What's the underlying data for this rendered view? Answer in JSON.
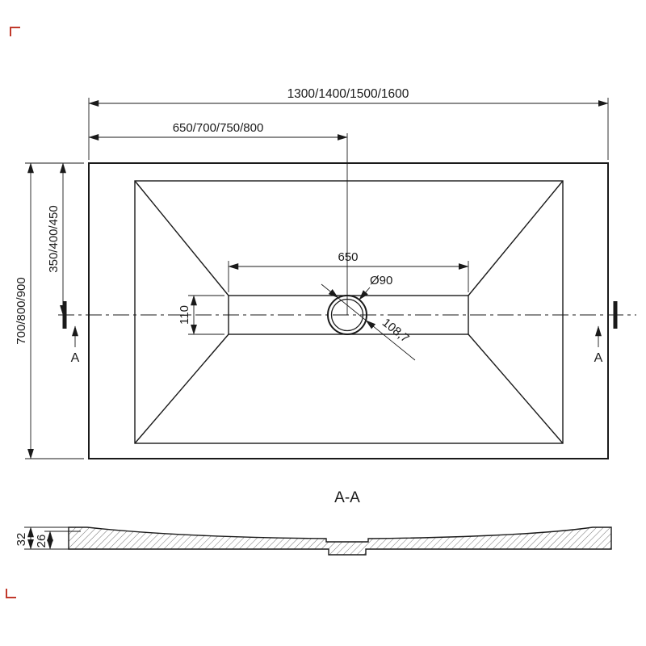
{
  "drawing": {
    "background": "#ffffff",
    "line_color": "#1a1a1a",
    "accent_red": "#c1392b",
    "top_view": {
      "dim_width_overall": "1300/1400/1500/1600",
      "dim_width_half": "650/700/750/800",
      "dim_height_overall": "700/800/900",
      "dim_height_half": "350/400/450",
      "dim_flat_width": "650",
      "dim_flat_height": "110",
      "dim_drain_diameter": "Ø90",
      "dim_drain_diagonal": "108,7"
    },
    "section": {
      "marker_left": "A",
      "marker_right": "A",
      "title": "A-A",
      "dim_height_total": "32",
      "dim_height_edge": "26"
    }
  }
}
